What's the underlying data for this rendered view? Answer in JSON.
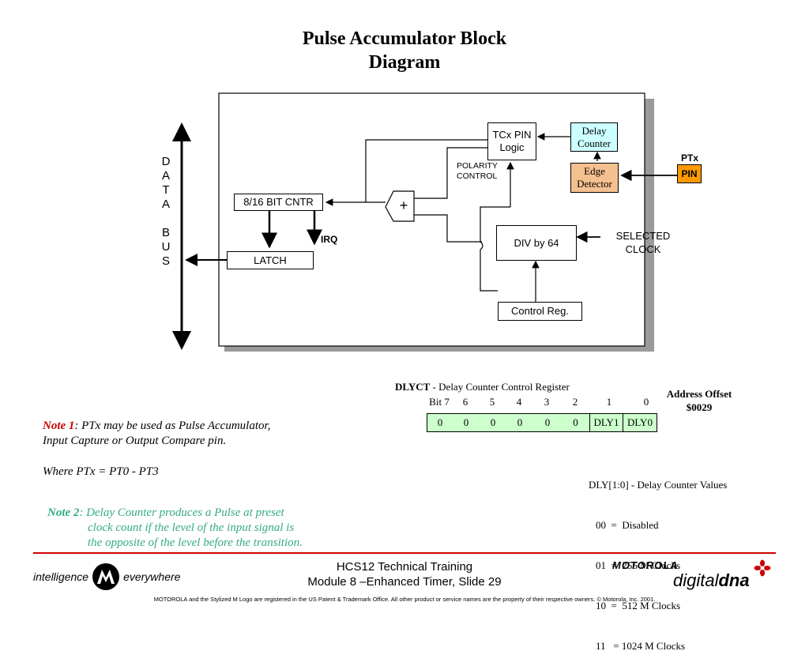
{
  "title": {
    "line1": "Pulse Accumulator Block",
    "line2": "Diagram"
  },
  "diagram": {
    "data_bus_letters": [
      "D",
      "A",
      "T",
      "A",
      "",
      "B",
      "U",
      "S"
    ],
    "tcx_pin_logic": {
      "line1": "TCx PIN",
      "line2": "Logic"
    },
    "delay_counter": {
      "line1": "Delay",
      "line2": "Counter"
    },
    "edge_detector": {
      "line1": "Edge",
      "line2": "Detector"
    },
    "ptx_label": "PTx",
    "pin_label": "PIN",
    "polarity_control": {
      "line1": "POLARITY",
      "line2": "CONTROL"
    },
    "cntr": "8/16 BIT CNTR",
    "adder": "+",
    "irq": "IRQ",
    "latch": "LATCH",
    "div64": "DIV by 64",
    "selected_clock": {
      "line1": "SELECTED",
      "line2": "CLOCK"
    },
    "control_reg": "Control Reg."
  },
  "register": {
    "name": "DLYCT",
    "description": " - Delay Counter Control Register",
    "bit_labels": [
      "Bit 7",
      "6",
      "5",
      "4",
      "3",
      "2",
      "1",
      "0"
    ],
    "values": [
      "0",
      "0",
      "0",
      "0",
      "0",
      "0",
      "DLY1",
      "DLY0"
    ],
    "address_label": "Address Offset",
    "address_value": "$0029",
    "values_title": "DLY[1:0] - Delay Counter Values",
    "value_rows": [
      "00  =  Disabled",
      "01  =  256 M Clocks",
      "10  =  512 M Clocks",
      "11   = 1024 M Clocks"
    ]
  },
  "notes": {
    "note1_label": "Note 1",
    "note1_text": ": PTx may be used as Pulse Accumulator,",
    "note1_line2": "Input Capture or Output Compare pin.",
    "note1_where": "Where PTx = PT0 - PT3",
    "note2_label": "Note 2",
    "note2_text": ": Delay Counter produces a Pulse at preset",
    "note2_line2": "clock count if the level of the input signal is",
    "note2_line3": "the opposite of the level before the transition."
  },
  "footer": {
    "left_brand_1": "intelligence",
    "left_brand_2": "everywhere",
    "center_line1": "HCS12 Technical Training",
    "center_line2": "Module 8 –Enhanced Timer, Slide 29",
    "right_brand_1": "MOTOROLA",
    "right_brand_2": "digital",
    "right_brand_3": "dna",
    "legal": "MOTOROLA and the Stylized M Logo are registered in the US Patent & Trademark Office. All other  product or service names are the property of their respective owners.  © Motorola, Inc. 2001."
  },
  "colors": {
    "note1": "#cc0000",
    "note2": "#33aa88",
    "delay_counter_fill": "#ccffff",
    "edge_detector_fill": "#f5c08f",
    "pin_fill": "#ff9900",
    "register_fill": "#ccffcc",
    "footer_rule": "#cc0000"
  }
}
